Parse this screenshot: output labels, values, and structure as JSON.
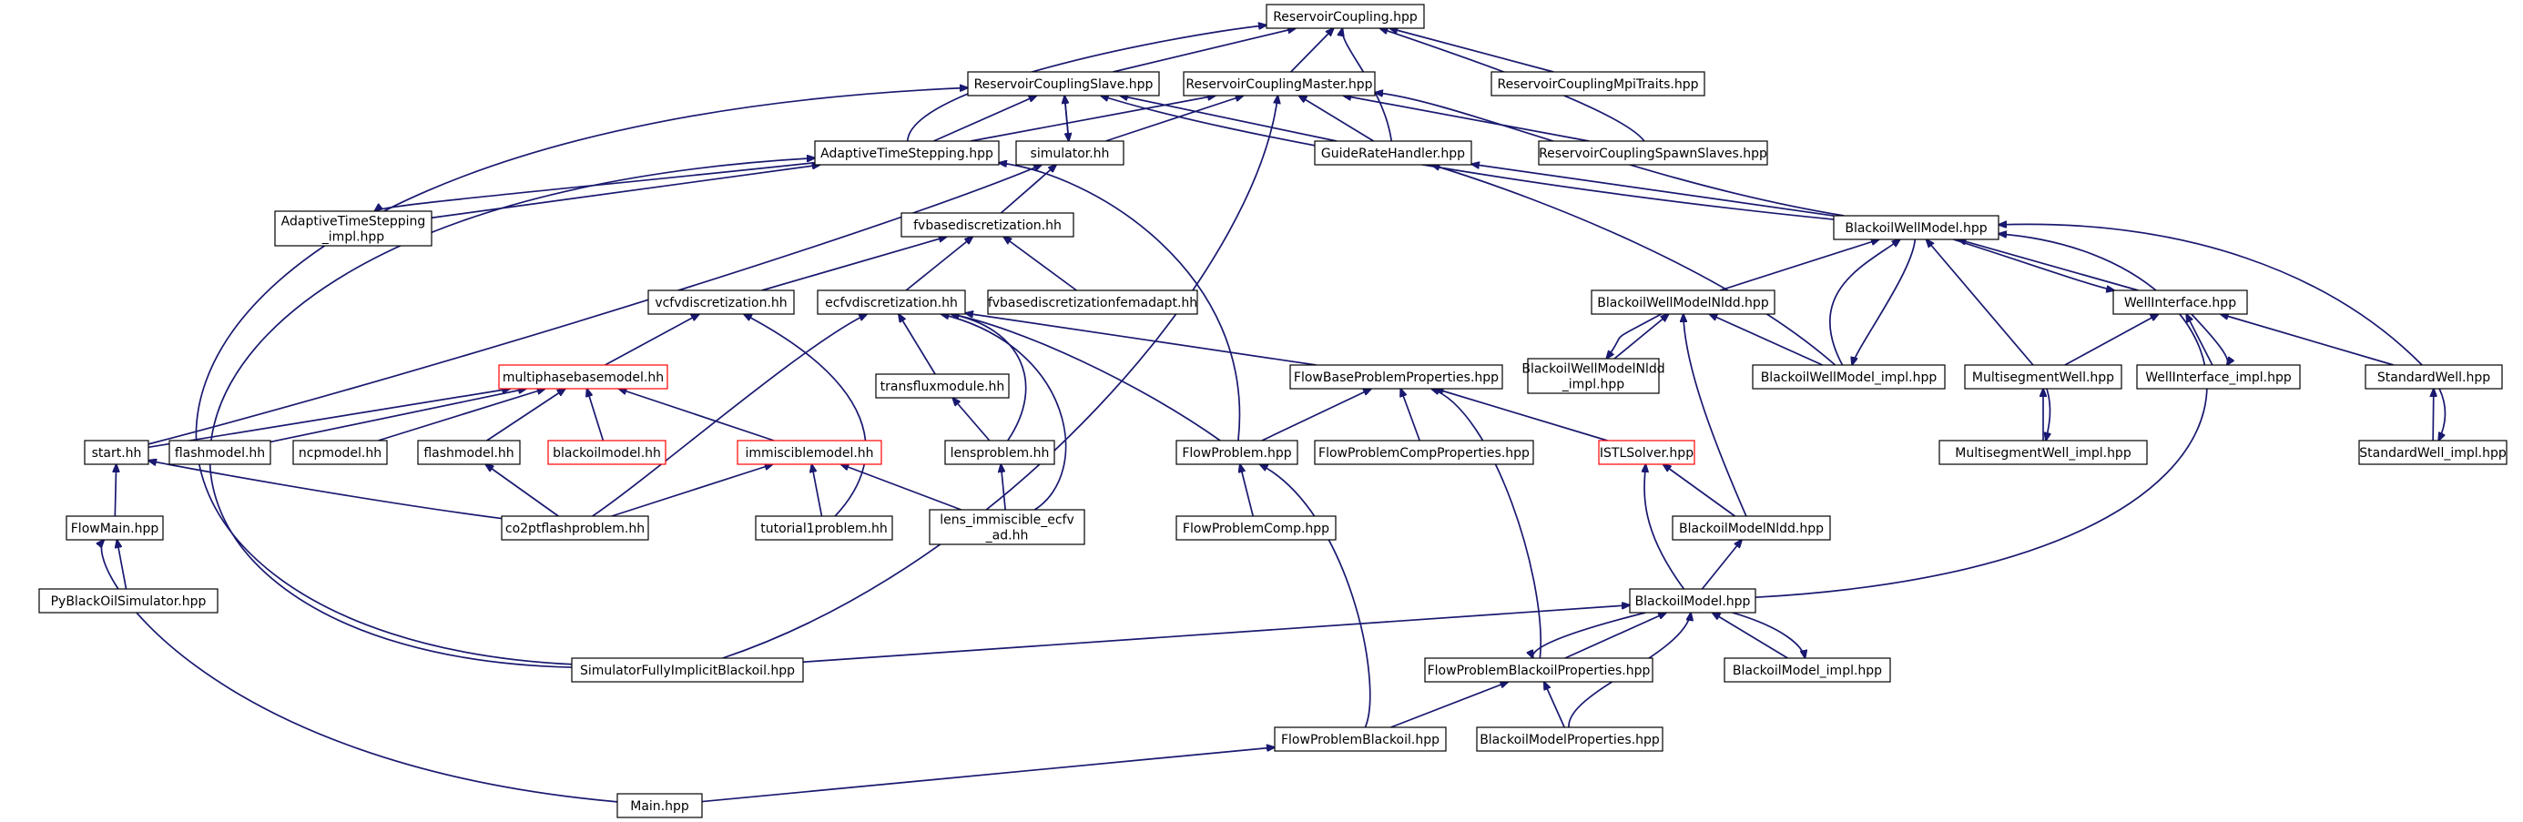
{
  "graph": {
    "colors": {
      "edge": "#191970",
      "border": "#000000",
      "border_incomplete": "#ff0000",
      "root_fill": "#bfbfbf",
      "fill": "#ffffff"
    },
    "nodes": [
      {
        "id": "rc",
        "lines": [
          "ReservoirCoupling.hpp"
        ],
        "root": true
      },
      {
        "id": "rcs",
        "lines": [
          "ReservoirCouplingSlave.hpp"
        ]
      },
      {
        "id": "rcm",
        "lines": [
          "ReservoirCouplingMaster.hpp"
        ]
      },
      {
        "id": "rcmpi",
        "lines": [
          "ReservoirCouplingMpiTraits.hpp"
        ]
      },
      {
        "id": "ats",
        "lines": [
          "AdaptiveTimeStepping.hpp"
        ]
      },
      {
        "id": "sim",
        "lines": [
          "simulator.hh"
        ]
      },
      {
        "id": "grh",
        "lines": [
          "GuideRateHandler.hpp"
        ]
      },
      {
        "id": "rcss",
        "lines": [
          "ReservoirCouplingSpawnSlaves.hpp"
        ]
      },
      {
        "id": "atsi",
        "lines": [
          "AdaptiveTimeStepping",
          "_impl.hpp"
        ]
      },
      {
        "id": "fvb",
        "lines": [
          "fvbasediscretization.hh"
        ]
      },
      {
        "id": "bwm",
        "lines": [
          "BlackoilWellModel.hpp"
        ]
      },
      {
        "id": "vcfv",
        "lines": [
          "vcfvdiscretization.hh"
        ]
      },
      {
        "id": "ecfv",
        "lines": [
          "ecfvdiscretization.hh"
        ]
      },
      {
        "id": "fvbfem",
        "lines": [
          "fvbasediscretizationfemadapt.hh"
        ]
      },
      {
        "id": "bwmnldd",
        "lines": [
          "BlackoilWellModelNldd.hpp"
        ]
      },
      {
        "id": "wi",
        "lines": [
          "WellInterface.hpp"
        ]
      },
      {
        "id": "mpbm",
        "lines": [
          "multiphasebasemodel.hh"
        ],
        "incomplete": true
      },
      {
        "id": "tflux",
        "lines": [
          "transfluxmodule.hh"
        ]
      },
      {
        "id": "fbpp",
        "lines": [
          "FlowBaseProblemProperties.hpp"
        ]
      },
      {
        "id": "bwmnlddi",
        "lines": [
          "BlackoilWellModelNldd",
          "_impl.hpp"
        ]
      },
      {
        "id": "bwmi",
        "lines": [
          "BlackoilWellModel_impl.hpp"
        ]
      },
      {
        "id": "msw",
        "lines": [
          "MultisegmentWell.hpp"
        ]
      },
      {
        "id": "wii",
        "lines": [
          "WellInterface_impl.hpp"
        ]
      },
      {
        "id": "sw",
        "lines": [
          "StandardWell.hpp"
        ]
      },
      {
        "id": "start",
        "lines": [
          "start.hh"
        ]
      },
      {
        "id": "flash1",
        "lines": [
          "flashmodel.hh"
        ]
      },
      {
        "id": "ncp",
        "lines": [
          "ncpmodel.hh"
        ]
      },
      {
        "id": "flash2",
        "lines": [
          "flashmodel.hh"
        ]
      },
      {
        "id": "boilm",
        "lines": [
          "blackoilmodel.hh"
        ],
        "incomplete": true
      },
      {
        "id": "immi",
        "lines": [
          "immisciblemodel.hh"
        ],
        "incomplete": true
      },
      {
        "id": "lensp",
        "lines": [
          "lensproblem.hh"
        ]
      },
      {
        "id": "fp",
        "lines": [
          "FlowProblem.hpp"
        ]
      },
      {
        "id": "fpcp",
        "lines": [
          "FlowProblemCompProperties.hpp"
        ]
      },
      {
        "id": "istl",
        "lines": [
          "ISTLSolver.hpp"
        ],
        "incomplete": true
      },
      {
        "id": "mswi",
        "lines": [
          "MultisegmentWell_impl.hpp"
        ]
      },
      {
        "id": "swi",
        "lines": [
          "StandardWell_impl.hpp"
        ]
      },
      {
        "id": "flowmain",
        "lines": [
          "FlowMain.hpp"
        ]
      },
      {
        "id": "co2",
        "lines": [
          "co2ptflashproblem.hh"
        ]
      },
      {
        "id": "tut",
        "lines": [
          "tutorial1problem.hh"
        ]
      },
      {
        "id": "lensimm",
        "lines": [
          "lens_immiscible_ecfv",
          "_ad.hh"
        ]
      },
      {
        "id": "fpc",
        "lines": [
          "FlowProblemComp.hpp"
        ]
      },
      {
        "id": "bmnldd",
        "lines": [
          "BlackoilModelNldd.hpp"
        ]
      },
      {
        "id": "pybos",
        "lines": [
          "PyBlackOilSimulator.hpp"
        ]
      },
      {
        "id": "bm",
        "lines": [
          "BlackoilModel.hpp"
        ]
      },
      {
        "id": "sfib",
        "lines": [
          "SimulatorFullyImplicitBlackoil.hpp"
        ]
      },
      {
        "id": "fpbp",
        "lines": [
          "FlowProblemBlackoilProperties.hpp"
        ]
      },
      {
        "id": "bmi",
        "lines": [
          "BlackoilModel_impl.hpp"
        ]
      },
      {
        "id": "fpb",
        "lines": [
          "FlowProblemBlackoil.hpp"
        ]
      },
      {
        "id": "bmp",
        "lines": [
          "BlackoilModelProperties.hpp"
        ]
      },
      {
        "id": "main",
        "lines": [
          "Main.hpp"
        ]
      }
    ]
  }
}
